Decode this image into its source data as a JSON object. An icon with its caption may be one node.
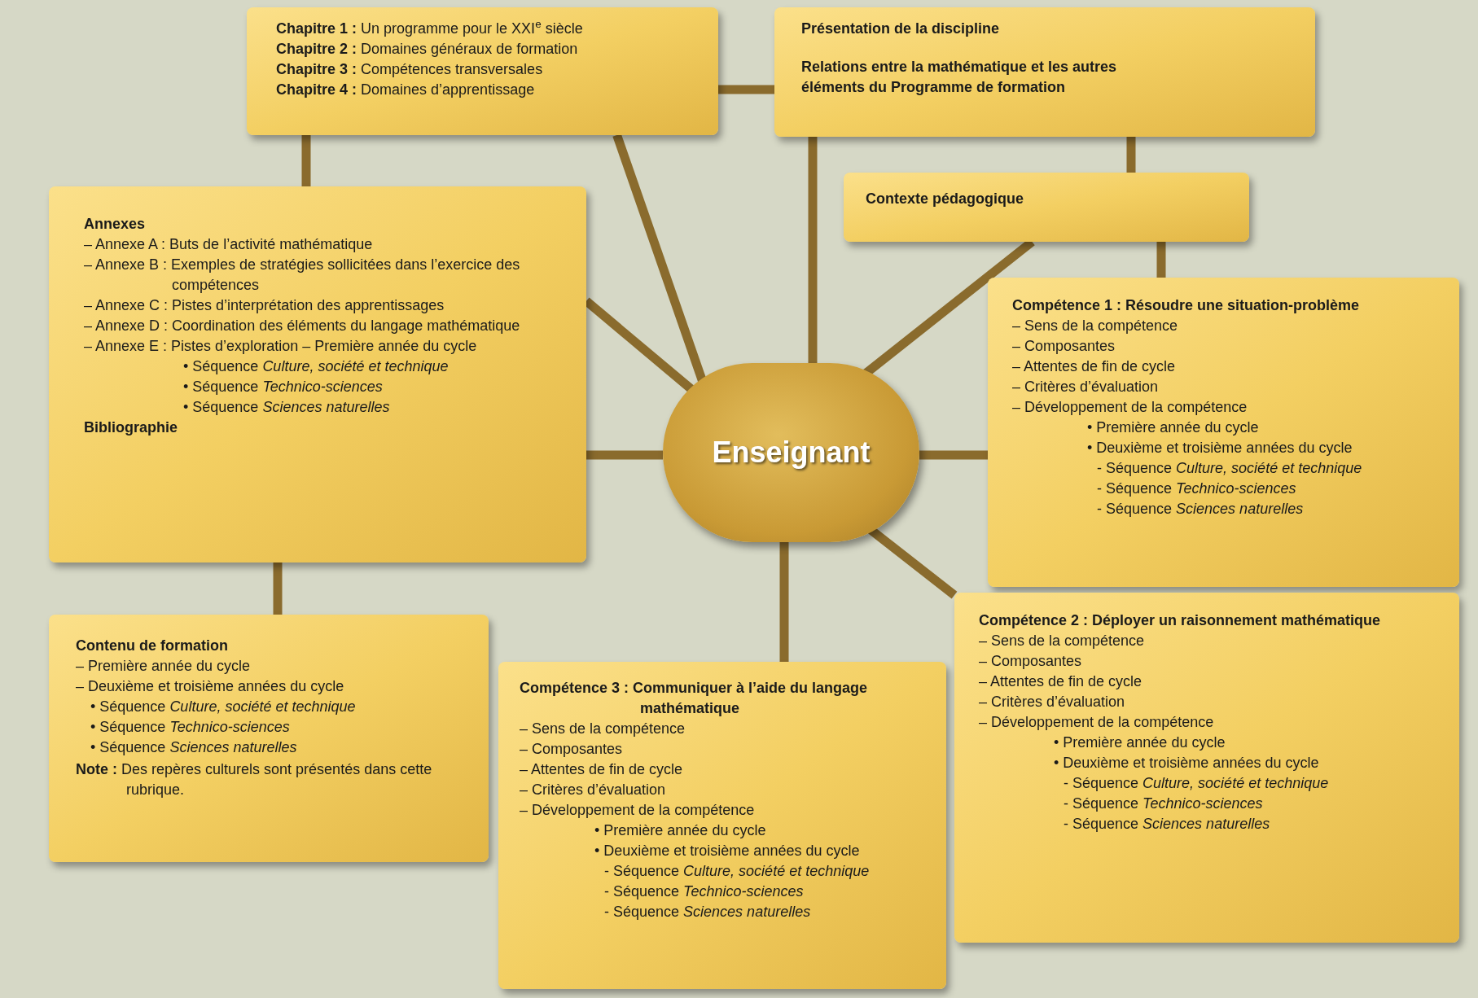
{
  "diagram": {
    "nodes": [
      {
        "text": [
          "**Chapitre 1 :** Un programme pour le XXI$^{e}$ siècle",
          "**Chapitre 2 :** Domaines généraux de formation",
          "**Chapitre 3 :** Compétences transversales",
          "**Chapitre 4 :** Domaines d’apprentissage"
        ]
      },
      {
        "text": [
          "Présentation de la discipline",
          "Relations entre la mathématique et les autres éléments du Programme de formation"
        ]
      },
      {
        "text": [
          "Contexte pédagogique"
        ]
      },
      {
        "text": [
          "Annexes",
          "– Annexe A : Buts de l’activité mathématique",
          "– Annexe B : Exemples de stratégies sollicitées dans l’exercice des compétences",
          "– Annexe C : Pistes d’interprétation des apprentissages",
          "– Annexe D : Coordination des éléments du langage mathématique",
          "– Annexe E : Pistes d’exploration – Première année du cycle",
          "• Séquence *Culture, société et technique*",
          "• Séquence *Technico-sciences*",
          "• Séquence *Sciences naturelles*",
          "Bibliographie"
        ]
      },
      {
        "text": [
          "Enseignant"
        ]
      },
      {
        "text": [
          "Compétence 1 : Résoudre une situation-problème",
          "– Sens de la compétence",
          "– Composantes",
          "– Attentes de fin de cycle",
          "– Critères d’évaluation",
          "– Développement de la compétence",
          "• Première année du cycle",
          "• Deuxième et troisième années du cycle",
          "- Séquence *Culture, société et technique*",
          "- Séquence *Technico-sciences*",
          "- Séquence *Sciences naturelles*"
        ]
      },
      {
        "text": [
          "Contenu de formation",
          "– Première année du cycle",
          "– Deuxième et troisième années du cycle",
          "• Séquence *Culture, société et technique*",
          "• Séquence *Technico-sciences*",
          "• Séquence *Sciences naturelles*",
          "**Note :** Des repères culturels sont présentés dans cette rubrique."
        ]
      },
      {
        "text": [
          "Compétence 3 : Communiquer à l’aide du langage mathématique",
          "– Sens de la compétence",
          "– Composantes",
          "– Attentes de fin de cycle",
          "– Critères d’évaluation",
          "– Développement de la compétence",
          "• Première année du cycle",
          "• Deuxième et troisième années du cycle",
          "- Séquence *Culture, société et technique*",
          "- Séquence *Technico-sciences*",
          "- Séquence *Sciences naturelles*"
        ]
      },
      {
        "text": [
          "Compétence 2 : Déployer un raisonnement mathématique",
          "– Sens de la compétence",
          "– Composantes",
          "– Attentes de fin de cycle",
          "– Critères d’évaluation",
          "– Développement de la compétence",
          "• Première année du cycle",
          "• Deuxième et troisième années du cycle",
          "- Séquence *Culture, société et technique*",
          "- Séquence *Technico-sciences*",
          "- Séquence *Sciences naturelles*"
        ]
      }
    ],
    "edges": [
      {
        "from": 0,
        "to": 1,
        "arrow": "none"
      },
      {
        "from": 0,
        "to": 3,
        "arrow": "none"
      },
      {
        "from": 0,
        "to": 4,
        "arrow": "none"
      },
      {
        "from": 1,
        "to": 4,
        "arrow": "none"
      },
      {
        "from": 1,
        "to": 2,
        "arrow": "none"
      },
      {
        "from": 2,
        "to": 4,
        "arrow": "none"
      },
      {
        "from": 2,
        "to": 5,
        "arrow": "none"
      },
      {
        "from": 3,
        "to": 4,
        "arrow": "none"
      },
      {
        "from": 3,
        "to": 4,
        "arrow": "none"
      },
      {
        "from": 3,
        "to": 6,
        "arrow": "none"
      },
      {
        "from": 4,
        "to": 5,
        "arrow": "none"
      },
      {
        "from": 4,
        "to": 8,
        "arrow": "none"
      },
      {
        "from": 4,
        "to": 7,
        "arrow": "none"
      }
    ]
  }
}
